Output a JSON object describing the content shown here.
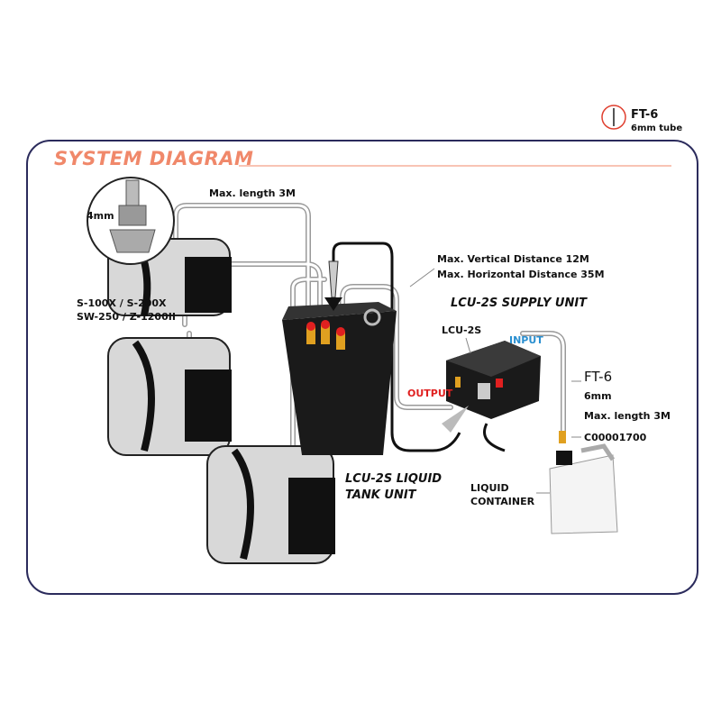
{
  "legend": {
    "code": "FT-6",
    "desc": "6mm tube"
  },
  "title": "SYSTEM DIAGRAM",
  "labels": {
    "nozzle": "4mm",
    "max_length_top": "Max. length 3M",
    "vertical": "Max. Vertical Distance 12M",
    "horizontal": "Max. Horizontal Distance 35M",
    "supply_unit": "LCU-2S SUPPLY UNIT",
    "supply_model": "LCU-2S",
    "input": "INPUT",
    "output": "OUTPUT",
    "tube_code": "FT-6",
    "tube_size": "6mm",
    "max_length_right": "Max. length 3M",
    "part_no": "C00001700",
    "machines_1": "S-100X / S-200X",
    "machines_2": "SW-250 / Z-1200II",
    "tank_1": "LCU-2S LIQUID",
    "tank_2": "TANK UNIT",
    "container_1": "LIQUID",
    "container_2": "CONTAINER"
  },
  "colors": {
    "title": "#f0886a",
    "frame": "#2b2b5c",
    "input": "#2a8fd0",
    "output": "#e02020",
    "legend_circle": "#e04030"
  }
}
